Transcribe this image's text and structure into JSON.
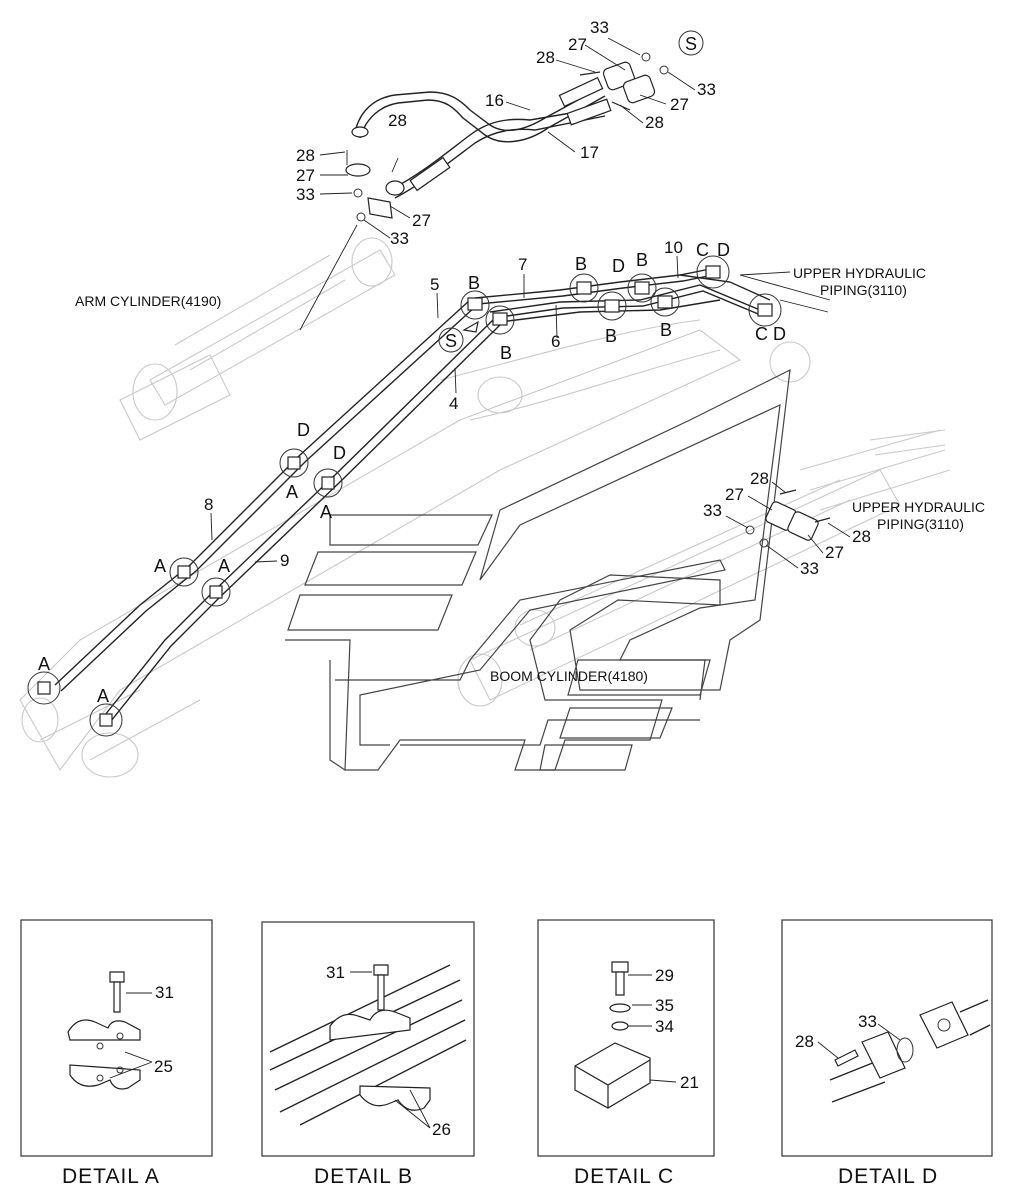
{
  "main_diagram": {
    "callouts": {
      "n33a": "33",
      "n27a": "27",
      "n28a": "28",
      "n27b": "27",
      "n33b": "33",
      "n28b": "28",
      "n16": "16",
      "n17": "17",
      "n28c": "28",
      "n28d": "28",
      "n27c": "27",
      "n33c": "33",
      "n27d": "27",
      "n33d": "33",
      "n5": "5",
      "n7": "7",
      "n10": "10",
      "n6": "6",
      "n4": "4",
      "n8": "8",
      "n9": "9",
      "n28e": "28",
      "n27e": "27",
      "n33e": "33",
      "n28f": "28",
      "n27f": "27",
      "n33f": "33"
    },
    "detail_refs": {
      "s1": "S",
      "s2": "S",
      "b1": "B",
      "b2": "B",
      "b3": "B",
      "b4": "B",
      "b5": "B",
      "b6": "B",
      "d1": "D",
      "d2": "D",
      "d3": "D",
      "d4": "D",
      "d5": "D",
      "c1": "C",
      "c2": "C",
      "a1": "A",
      "a2": "A",
      "a3": "A",
      "a4": "A",
      "a5": "A",
      "a6": "A"
    },
    "labels": {
      "arm_cylinder": "ARM CYLINDER(4190)",
      "boom_cylinder": "BOOM CYLINDER(4180)",
      "upper_piping_1_line1": "UPPER HYDRAULIC",
      "upper_piping_1_line2": "PIPING(3110)",
      "upper_piping_2_line1": "UPPER HYDRAULIC",
      "upper_piping_2_line2": "PIPING(3110)"
    }
  },
  "details": [
    {
      "title": "DETAIL  A",
      "callouts": [
        "31",
        "25"
      ]
    },
    {
      "title": "DETAIL  B",
      "callouts": [
        "31",
        "26"
      ]
    },
    {
      "title": "DETAIL  C",
      "callouts": [
        "29",
        "35",
        "34",
        "21"
      ]
    },
    {
      "title": "DETAIL  D",
      "callouts": [
        "28",
        "33"
      ]
    }
  ]
}
